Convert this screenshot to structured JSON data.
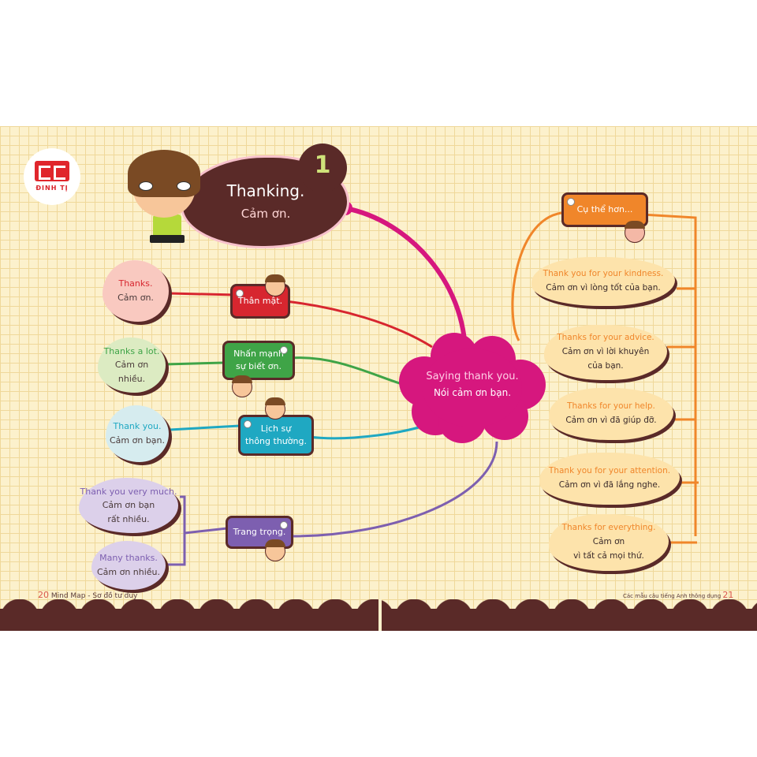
{
  "publisher": {
    "name": "ĐINH TỊ",
    "logo_color": "#e0262c"
  },
  "title": {
    "number": "1",
    "en": "Thanking.",
    "vi": "Cảm ơn.",
    "bg_color": "#5a2a28"
  },
  "center": {
    "en": "Saying thank you.",
    "vi": "Nói cảm ơn bạn.",
    "color": "#d6177e"
  },
  "left_branches": [
    {
      "tag": "Thân mật.",
      "color": "#d7262f",
      "leaves": [
        {
          "en": "Thanks.",
          "vi": "Cảm ơn."
        }
      ]
    },
    {
      "tag_line1": "Nhấn mạnh",
      "tag_line2": "sự biết ơn.",
      "color": "#3fa447",
      "leaves": [
        {
          "en": "Thanks a lot.",
          "vi1": "Cảm ơn",
          "vi2": "nhiều."
        }
      ]
    },
    {
      "tag_line1": "Lịch sự",
      "tag_line2": "thông thường.",
      "color": "#1fa8c2",
      "leaves": [
        {
          "en": "Thank you.",
          "vi": "Cảm ơn bạn."
        }
      ]
    },
    {
      "tag": "Trang trọng.",
      "color": "#7d5fb0",
      "leaves": [
        {
          "en": "Thank you very much.",
          "vi1": "Cảm ơn bạn",
          "vi2": "rất nhiều."
        },
        {
          "en": "Many thanks.",
          "vi": "Cảm ơn nhiều."
        }
      ]
    }
  ],
  "right_branch": {
    "tag": "Cụ thể hơn...",
    "color": "#f0862a",
    "leaves": [
      {
        "en": "Thank you for your kindness.",
        "vi": "Cảm ơn vì lòng tốt của bạn."
      },
      {
        "en": "Thanks for your advice.",
        "vi1": "Cảm ơn vì lời khuyên",
        "vi2": "của bạn."
      },
      {
        "en": "Thanks for your help.",
        "vi": "Cảm ơn vì đã giúp đỡ."
      },
      {
        "en": "Thank you for your attention.",
        "vi": "Cảm ơn vì đã lắng nghe."
      },
      {
        "en": "Thanks for everything.",
        "vi1": "Cảm ơn",
        "vi2": "vì tất cả mọi thứ."
      }
    ]
  },
  "footer": {
    "left_page": "20",
    "left_text": "Mind Map - Sơ đồ tư duy",
    "right_text": "Các mẫu câu tiếng Anh thông dụng",
    "right_page": "21"
  }
}
